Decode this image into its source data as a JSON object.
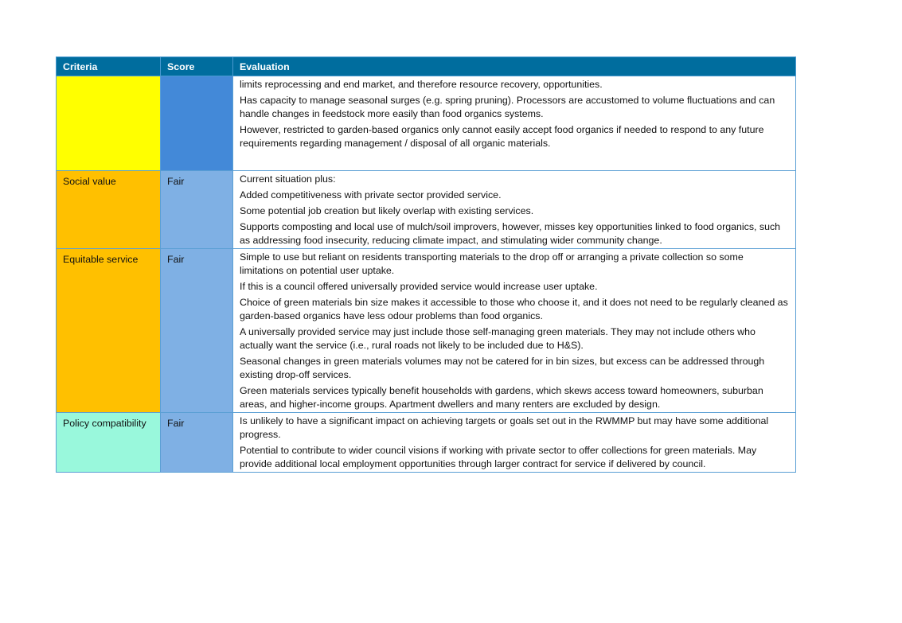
{
  "table": {
    "headers": {
      "criteria": "Criteria",
      "score": "Score",
      "evaluation": "Evaluation"
    },
    "colors": {
      "header_bg": "#006d9e",
      "row0_criteria": "#ffff00",
      "row0_score": "#4389d8",
      "orange": "#ffc000",
      "score_fair": "#7fb0e4",
      "teal": "#99f8dc"
    },
    "rows": [
      {
        "criteria": "",
        "score": "",
        "evaluation": [
          "limits reprocessing and end market, and therefore resource recovery, opportunities.",
          "Has capacity to manage seasonal surges (e.g. spring pruning). Processors are accustomed to volume fluctuations and can handle changes in feedstock more easily than food organics systems.",
          "However, restricted to garden-based organics only cannot easily accept food organics if needed to respond to any future requirements regarding management / disposal of all organic materials."
        ]
      },
      {
        "criteria": "Social value",
        "score": "Fair",
        "evaluation": [
          "Current situation plus:",
          "Added competitiveness with private sector provided service.",
          "Some potential job creation but likely overlap with existing services.",
          "Supports composting and local use of mulch/soil improvers, however, misses key opportunities linked to food organics, such as addressing food insecurity, reducing climate impact, and stimulating wider community change."
        ]
      },
      {
        "criteria": "Equitable service",
        "score": "Fair",
        "evaluation": [
          "Simple to use but reliant on residents transporting materials to the drop off or arranging a private collection so some limitations on potential user uptake.",
          "If this is a council offered universally provided service would increase user uptake.",
          "Choice of green materials bin size makes it accessible to those who choose it, and it does not need to be regularly cleaned as garden-based organics have less odour problems than food organics.",
          "A universally provided service may just include those self-managing green materials. They may not include others who actually want the service (i.e., rural roads not likely to be included due to H&S).",
          "Seasonal changes in green materials volumes may not be catered for in bin sizes, but excess can be addressed through existing drop-off services.",
          "Green materials services typically benefit households with gardens, which skews access toward homeowners, suburban areas, and higher-income groups. Apartment dwellers and many renters are excluded by design."
        ]
      },
      {
        "criteria": "Policy compatibility",
        "score": "Fair",
        "evaluation": [
          "Is unlikely to have a significant impact on achieving targets or goals set out in the RWMMP but may have some additional progress.",
          "Potential to contribute to wider council visions if working with private sector to offer collections for green materials. May provide additional local employment opportunities through larger contract for service if delivered by council."
        ]
      }
    ]
  }
}
